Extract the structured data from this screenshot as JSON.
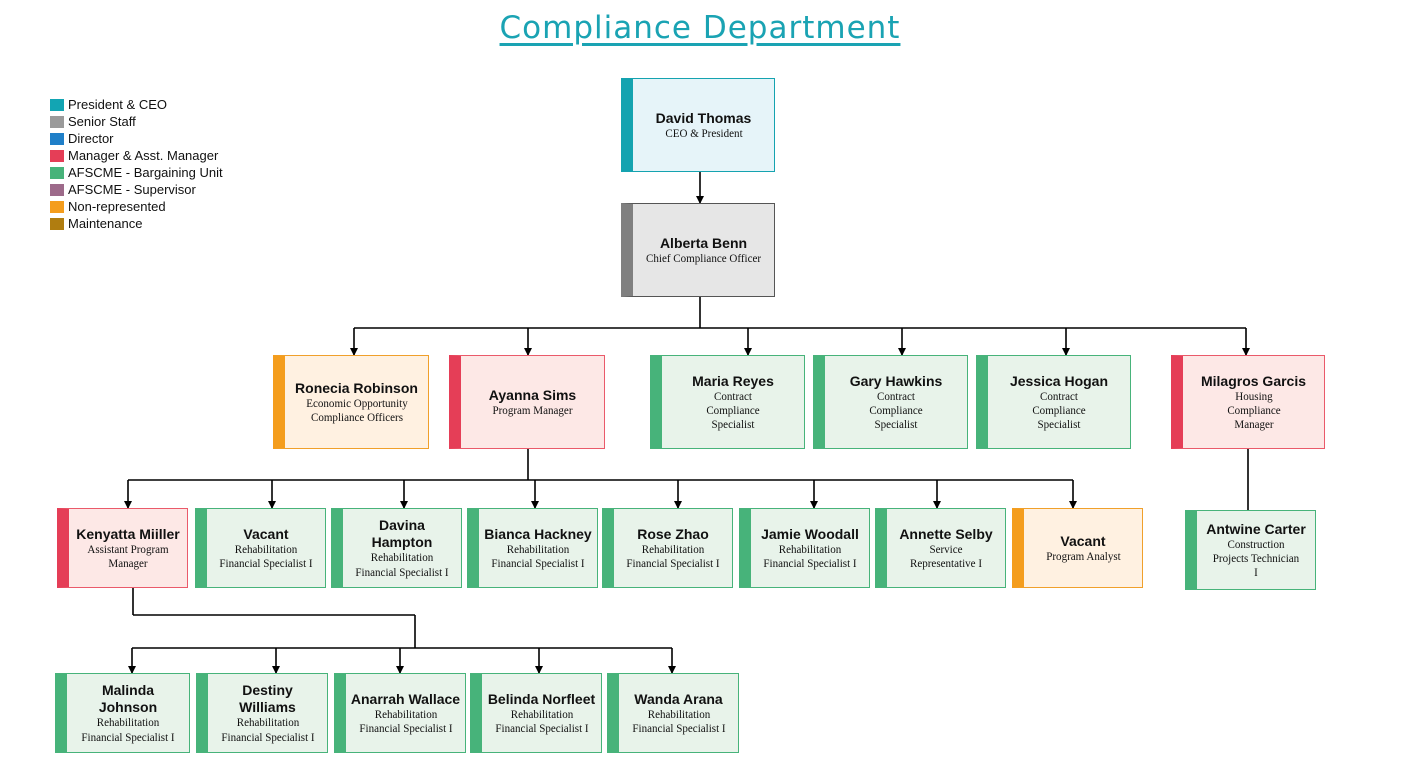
{
  "title": "Compliance Department",
  "legend": [
    {
      "label": "President & CEO",
      "color": "#12a5b3"
    },
    {
      "label": "Senior Staff",
      "color": "#9a9a9a"
    },
    {
      "label": "Director",
      "color": "#1f7fc8"
    },
    {
      "label": "Manager & Asst. Manager",
      "color": "#e53e57"
    },
    {
      "label": "AFSCME - Bargaining Unit",
      "color": "#47b37a"
    },
    {
      "label": "AFSCME - Supervisor",
      "color": "#9d6a8a"
    },
    {
      "label": "Non-represented",
      "color": "#f49d1d"
    },
    {
      "label": "Maintenance",
      "color": "#b07d10"
    }
  ],
  "nodes": {
    "ceo": {
      "name": "David Thomas",
      "role": "CEO & President"
    },
    "cco": {
      "name": "Alberta Benn",
      "role": "Chief Compliance Officer"
    },
    "ronecia": {
      "name": "Ronecia Robinson",
      "role": "Economic Opportunity Compliance Officers"
    },
    "ayanna": {
      "name": "Ayanna Sims",
      "role": "Program Manager"
    },
    "maria": {
      "name": "Maria Reyes",
      "role": "Contract Compliance Specialist"
    },
    "gary": {
      "name": "Gary Hawkins",
      "role": "Contract Compliance Specialist"
    },
    "jessica": {
      "name": "Jessica Hogan",
      "role": "Contract Compliance Specialist"
    },
    "milagros": {
      "name": "Milagros Garcis",
      "role": "Housing Compliance Manager"
    },
    "kenyatta": {
      "name": "Kenyatta Miiller",
      "role": "Assistant Program Manager"
    },
    "vacant1": {
      "name": "Vacant",
      "role": "Rehabilitation Financial Specialist I"
    },
    "davina": {
      "name": "Davina Hampton",
      "role": "Rehabilitation Financial Specialist I"
    },
    "bianca": {
      "name": "Bianca Hackney",
      "role": "Rehabilitation Financial Specialist I"
    },
    "rose": {
      "name": "Rose Zhao",
      "role": "Rehabilitation Financial Specialist I"
    },
    "jamie": {
      "name": "Jamie Woodall",
      "role": "Rehabilitation Financial Specialist I"
    },
    "annette": {
      "name": "Annette Selby",
      "role": "Service Representative I"
    },
    "vacant2": {
      "name": "Vacant",
      "role": "Program Analyst"
    },
    "antwine": {
      "name": "Antwine Carter",
      "role": "Construction Projects Technician I"
    },
    "malinda": {
      "name": "Malinda Johnson",
      "role": "Rehabilitation Financial Specialist I"
    },
    "destiny": {
      "name": "Destiny Williams",
      "role": "Rehabilitation Financial Specialist I"
    },
    "anarrah": {
      "name": "Anarrah Wallace",
      "role": "Rehabilitation Financial Specialist I"
    },
    "belinda": {
      "name": "Belinda Norfleet",
      "role": "Rehabilitation Financial Specialist I"
    },
    "wanda": {
      "name": "Wanda Arana",
      "role": "Rehabilitation Financial Specialist I"
    }
  }
}
